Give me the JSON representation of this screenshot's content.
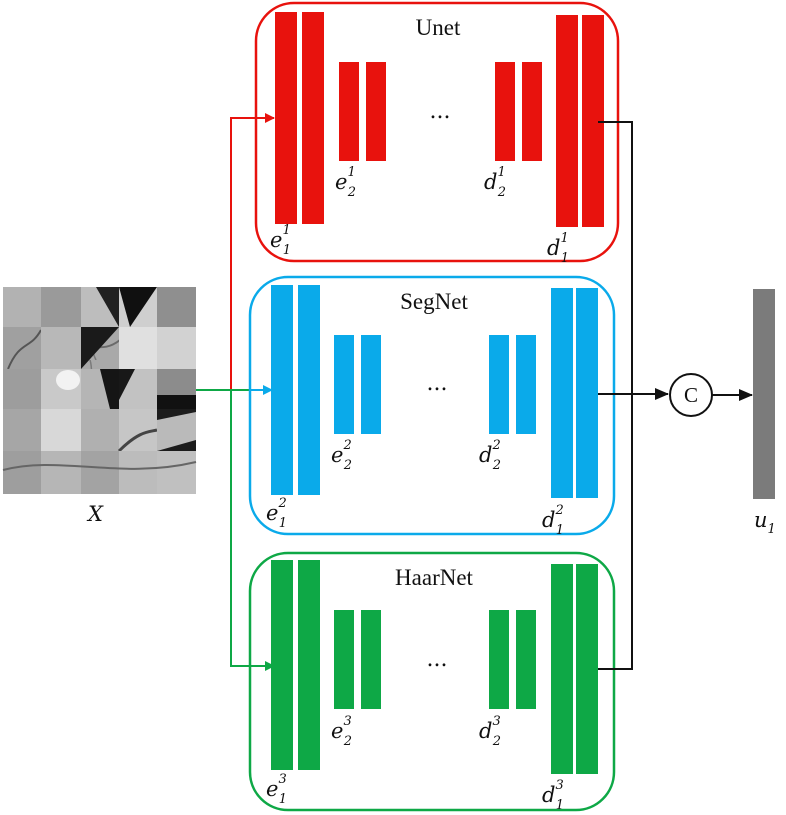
{
  "colors": {
    "unet": "#e8120d",
    "segnet": "#0aaaea",
    "haarnet": "#0ea846",
    "output": "#7b7b7b",
    "line": "#111111"
  },
  "input": {
    "label": "X",
    "tile_icon": "retina-patch-mosaic-image"
  },
  "branches": {
    "unet": {
      "title": "Unet",
      "dots": "...",
      "e1": "e",
      "e1_sub": "1",
      "e1_sup": "1",
      "e2": "e",
      "e2_sub": "2",
      "e2_sup": "1",
      "d2": "d",
      "d2_sub": "2",
      "d2_sup": "1",
      "d1": "d",
      "d1_sub": "1",
      "d1_sup": "1"
    },
    "segnet": {
      "title": "SegNet",
      "dots": "...",
      "e1": "e",
      "e1_sub": "1",
      "e1_sup": "2",
      "e2": "e",
      "e2_sub": "2",
      "e2_sup": "2",
      "d2": "d",
      "d2_sub": "2",
      "d2_sup": "2",
      "d1": "d",
      "d1_sub": "1",
      "d1_sup": "2"
    },
    "haarnet": {
      "title": "HaarNet",
      "dots": "...",
      "e1": "e",
      "e1_sub": "1",
      "e1_sup": "3",
      "e2": "e",
      "e2_sub": "2",
      "e2_sup": "3",
      "d2": "d",
      "d2_sub": "2",
      "d2_sup": "3",
      "d1": "d",
      "d1_sub": "1",
      "d1_sup": "3"
    }
  },
  "concat": {
    "label": "C"
  },
  "output": {
    "label": "u",
    "label_sub": "1"
  }
}
